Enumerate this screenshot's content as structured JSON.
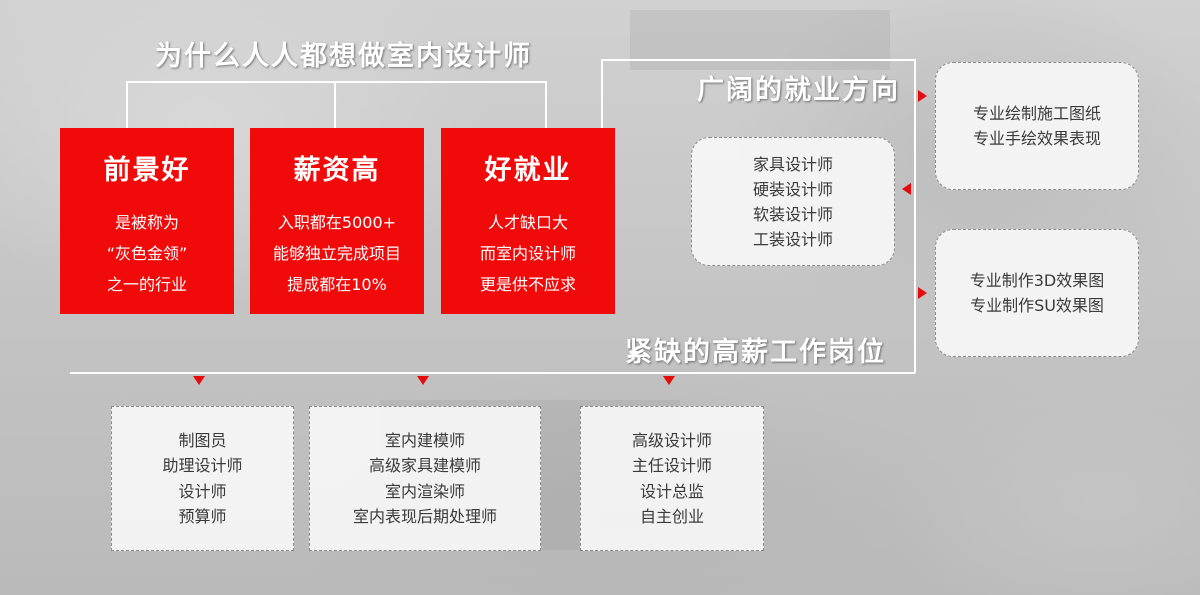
{
  "titles": {
    "main": "为什么人人都想做室内设计师",
    "directions": "广阔的就业方向",
    "jobs": "紧缺的高薪工作岗位"
  },
  "reasons": [
    {
      "head": "前景好",
      "lines": [
        "是被称为",
        "“灰色金领”",
        "之一的行业"
      ]
    },
    {
      "head": "薪资高",
      "lines": [
        "入职都在5000+",
        "能够独立完成项目",
        "提成都在10%"
      ]
    },
    {
      "head": "好就业",
      "lines": [
        "人才缺口大",
        "而室内设计师",
        "更是供不应求"
      ]
    }
  ],
  "directions": {
    "center": [
      "家具设计师",
      "硬装设计师",
      "软装设计师",
      "工装设计师"
    ],
    "top_right": [
      "专业绘制施工图纸",
      "专业手绘效果表现"
    ],
    "bottom_right": [
      "专业制作3D效果图",
      "专业制作SU效果图"
    ]
  },
  "jobs": [
    [
      "制图员",
      "助理设计师",
      "设计师",
      "预算师"
    ],
    [
      "室内建模师",
      "高级家具建模师",
      "室内渲染师",
      "室内表现后期处理师"
    ],
    [
      "高级设计师",
      "主任设计师",
      "设计总监",
      "自主创业"
    ]
  ],
  "colors": {
    "accent_red": "#f00a0a",
    "arrow_red": "#e50b0b",
    "line_white": "#ffffff"
  }
}
